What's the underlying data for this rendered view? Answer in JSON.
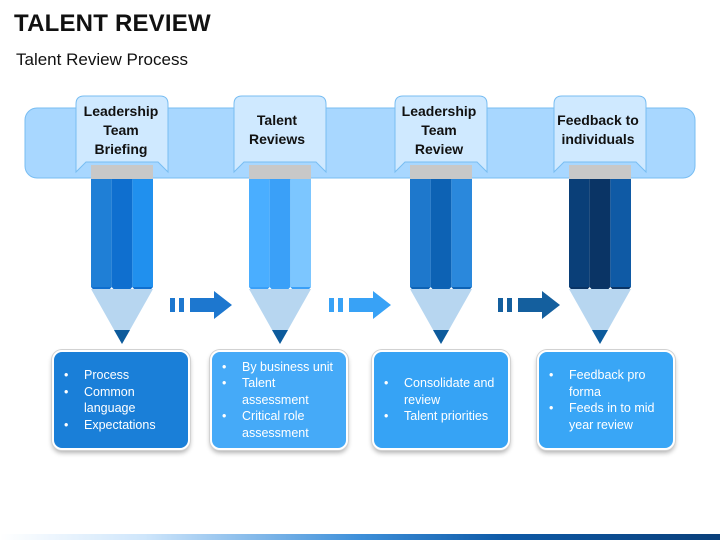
{
  "header": {
    "title": "TALENT REVIEW",
    "subtitle": "Talent Review Process"
  },
  "steps": [
    {
      "label": "Leadership Team Briefing",
      "bullets": [
        "Process",
        "Common language",
        "Expectations"
      ],
      "colors": {
        "left": "#1f7fd6",
        "mid": "#0f6fcf",
        "right": "#2090ee",
        "box": "#1a7fd8"
      }
    },
    {
      "label": "Talent Reviews",
      "bullets": [
        "By business unit",
        "Talent assessment",
        "Critical role assessment"
      ],
      "colors": {
        "left": "#4aaeff",
        "mid": "#3aa0f8",
        "right": "#7cc6ff",
        "box": "#45aaf8"
      }
    },
    {
      "label": "Leadership Team Review",
      "bullets": [
        "Consolidate and review",
        "Talent priorities"
      ],
      "colors": {
        "left": "#1e78cc",
        "mid": "#0d62b4",
        "right": "#2a88dc",
        "box": "#36a3f5"
      }
    },
    {
      "label": "Feedback to individuals",
      "bullets": [
        "Feedback pro forma",
        "Feeds in to mid year review"
      ],
      "colors": {
        "left": "#0a3f78",
        "mid": "#0a3465",
        "right": "#0f5aa5",
        "box": "#39a6f6"
      }
    }
  ],
  "arrows": [
    "#1d77cf",
    "#38a2f6",
    "#145f9e"
  ],
  "colors": {
    "banner": "#a8d7ff",
    "banner_edge": "#78bdf2",
    "tab": "#cfe9ff",
    "pencil_tip": "#b7d6f0",
    "pencil_lead": "#0d5b9c",
    "ferrule": "#c8c8c8"
  }
}
